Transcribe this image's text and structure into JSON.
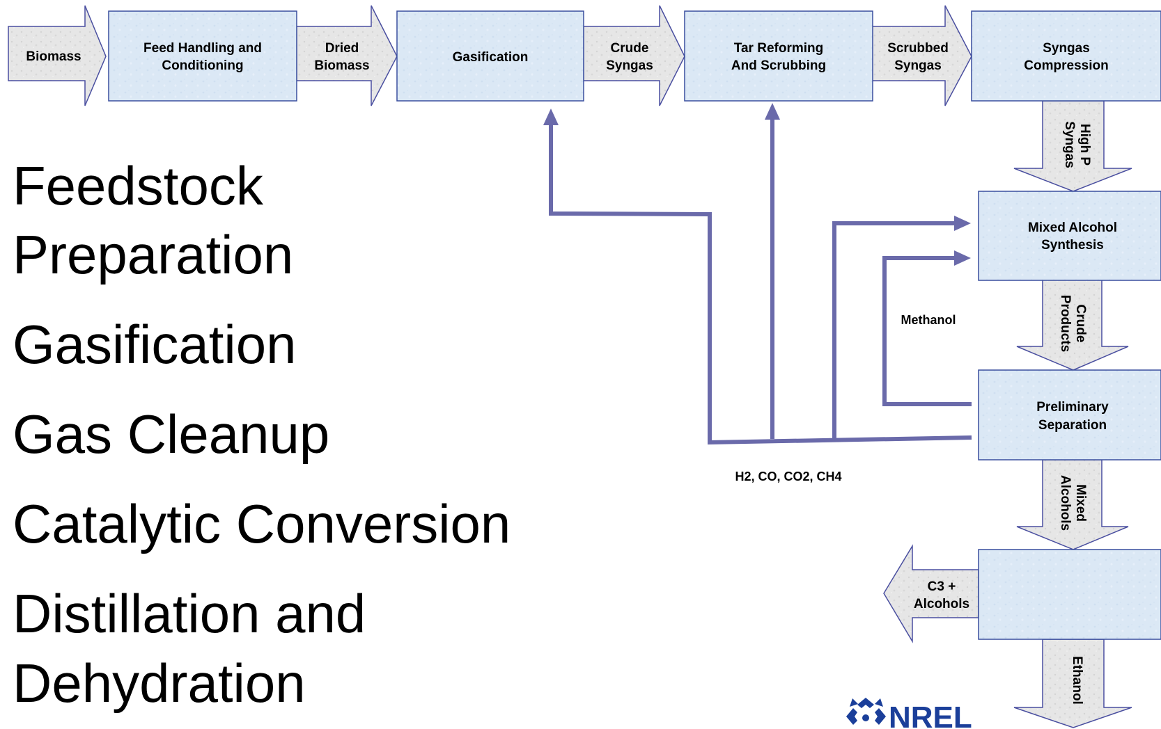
{
  "process_boxes": {
    "feed_handling": [
      "Feed Handling and",
      "Conditioning"
    ],
    "gasification": [
      "Gasification"
    ],
    "tar_reforming": [
      "Tar Reforming",
      "And Scrubbing"
    ],
    "syngas_compression": [
      "Syngas",
      "Compression"
    ],
    "mixed_alcohol_synthesis": [
      "Mixed Alcohol",
      "Synthesis"
    ],
    "preliminary_separation": [
      "Preliminary",
      "Separation"
    ],
    "distillation": []
  },
  "flow_arrows": {
    "biomass": [
      "Biomass"
    ],
    "dried_biomass": [
      "Dried",
      "Biomass"
    ],
    "crude_syngas": [
      "Crude",
      "Syngas"
    ],
    "scrubbed_syngas": [
      "Scrubbed",
      "Syngas"
    ],
    "high_p_syngas": [
      "High P",
      "Syngas"
    ],
    "crude_products": [
      "Crude",
      "Products"
    ],
    "mixed_alcohols": [
      "Mixed",
      "Alcohols"
    ],
    "ethanol": [
      "Ethanol"
    ],
    "c3_alcohols": [
      "C3 +",
      "Alcohols"
    ]
  },
  "recycle_labels": {
    "methanol": "Methanol",
    "light_gases": "H2, CO, CO2, CH4"
  },
  "steps_list": [
    "Feedstock",
    "Preparation",
    "Gasification",
    "Gas Cleanup",
    "Catalytic Conversion",
    "Distillation and",
    "Dehydration"
  ],
  "logo": {
    "text": "NREL"
  },
  "colors": {
    "box_fill": "#dce9f5",
    "box_stroke": "#3a4f9e",
    "arrow_fill": "#e8e8e8",
    "arrow_stroke": "#4a4fa0",
    "recycle_line": "#6a6aaa",
    "logo": "#1b3f9a"
  }
}
